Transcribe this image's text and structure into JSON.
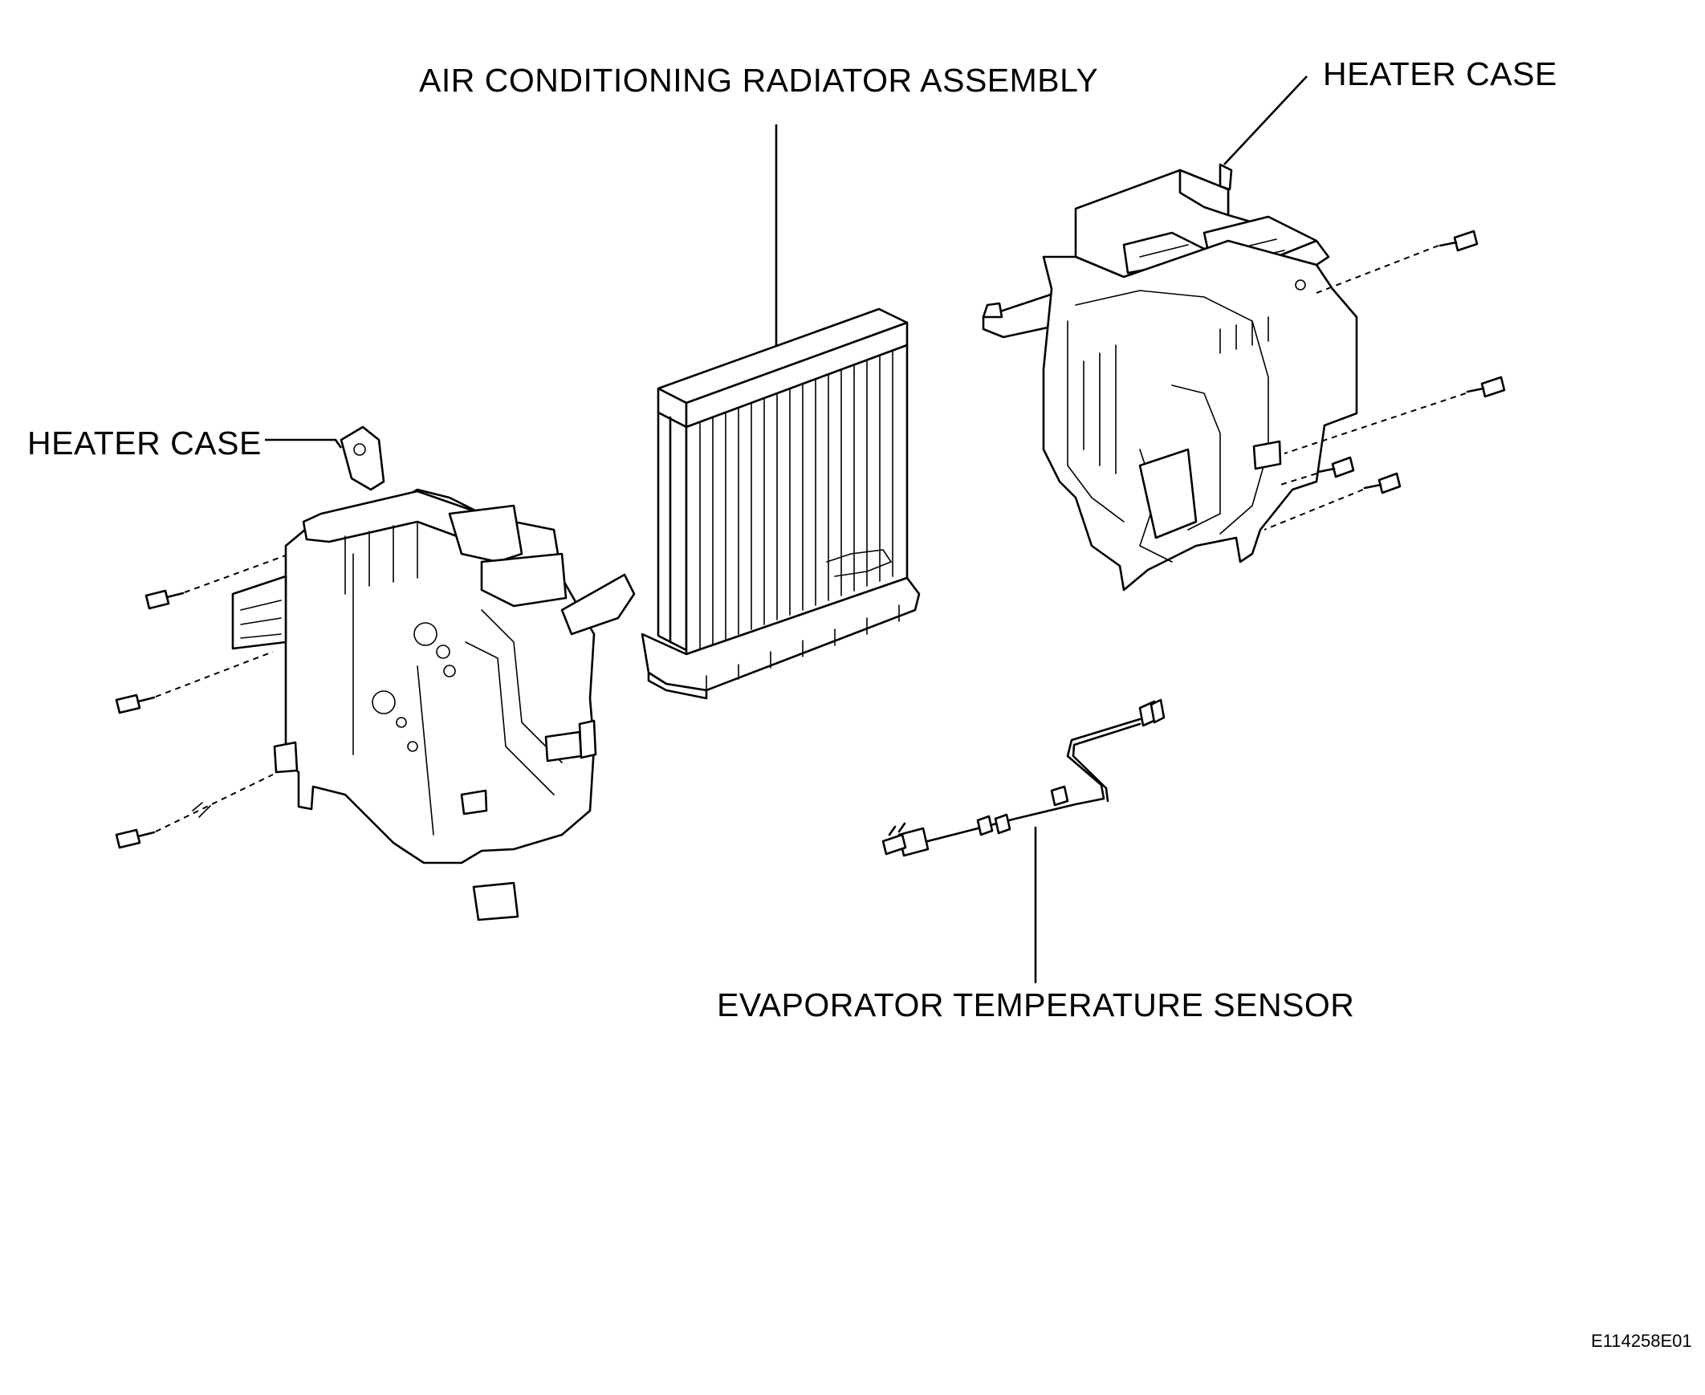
{
  "labels": {
    "radiator": "AIR CONDITIONING RADIATOR ASSEMBLY",
    "heater_case_right": "HEATER CASE",
    "heater_case_left": "HEATER CASE",
    "sensor": "EVAPORATOR TEMPERATURE SENSOR"
  },
  "figure_id": "E114258E01"
}
